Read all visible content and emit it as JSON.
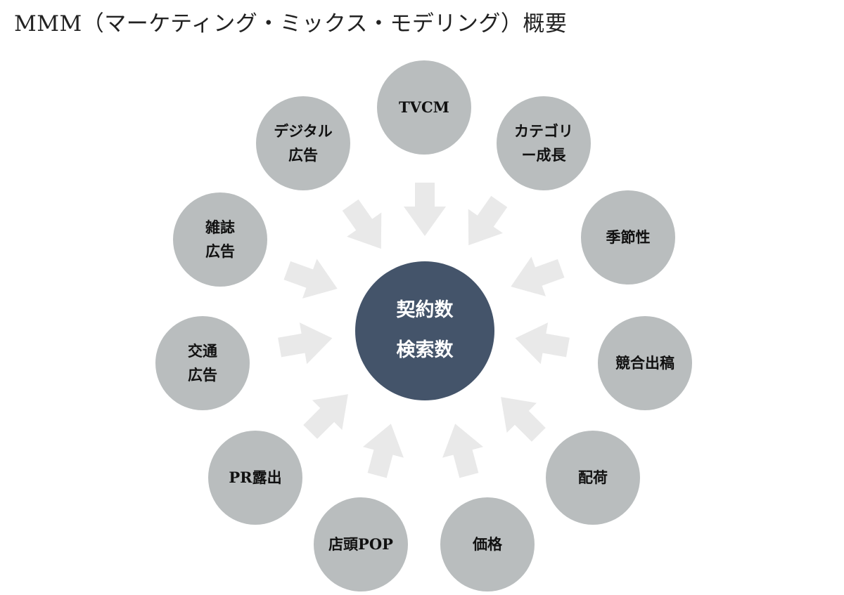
{
  "title": "MMM（マーケティング・ミックス・モデリング）概要",
  "colors": {
    "node_fill": "#b9bdbe",
    "center_fill": "#44546a",
    "arrow_fill": "#e9e9e9",
    "node_text": "#111111",
    "center_text": "#ffffff"
  },
  "center": {
    "line1": "契約数",
    "line2": "検索数"
  },
  "factors": [
    {
      "name": "tvcm",
      "lines": [
        "TVCM"
      ]
    },
    {
      "name": "category-growth",
      "lines": [
        "カテゴリ",
        "ー成長"
      ]
    },
    {
      "name": "seasonality",
      "lines": [
        "季節性"
      ]
    },
    {
      "name": "competitor-ads",
      "lines": [
        "競合出稿"
      ]
    },
    {
      "name": "distribution",
      "lines": [
        "配荷"
      ]
    },
    {
      "name": "price",
      "lines": [
        "価格"
      ]
    },
    {
      "name": "store-pop",
      "lines": [
        "店頭POP"
      ]
    },
    {
      "name": "pr-exposure",
      "lines": [
        "PR露出"
      ]
    },
    {
      "name": "transit-ads",
      "lines": [
        "交通",
        "広告"
      ]
    },
    {
      "name": "magazine-ads",
      "lines": [
        "雑誌",
        "広告"
      ]
    },
    {
      "name": "digital-ads",
      "lines": [
        "デジタル",
        "広告"
      ]
    }
  ]
}
